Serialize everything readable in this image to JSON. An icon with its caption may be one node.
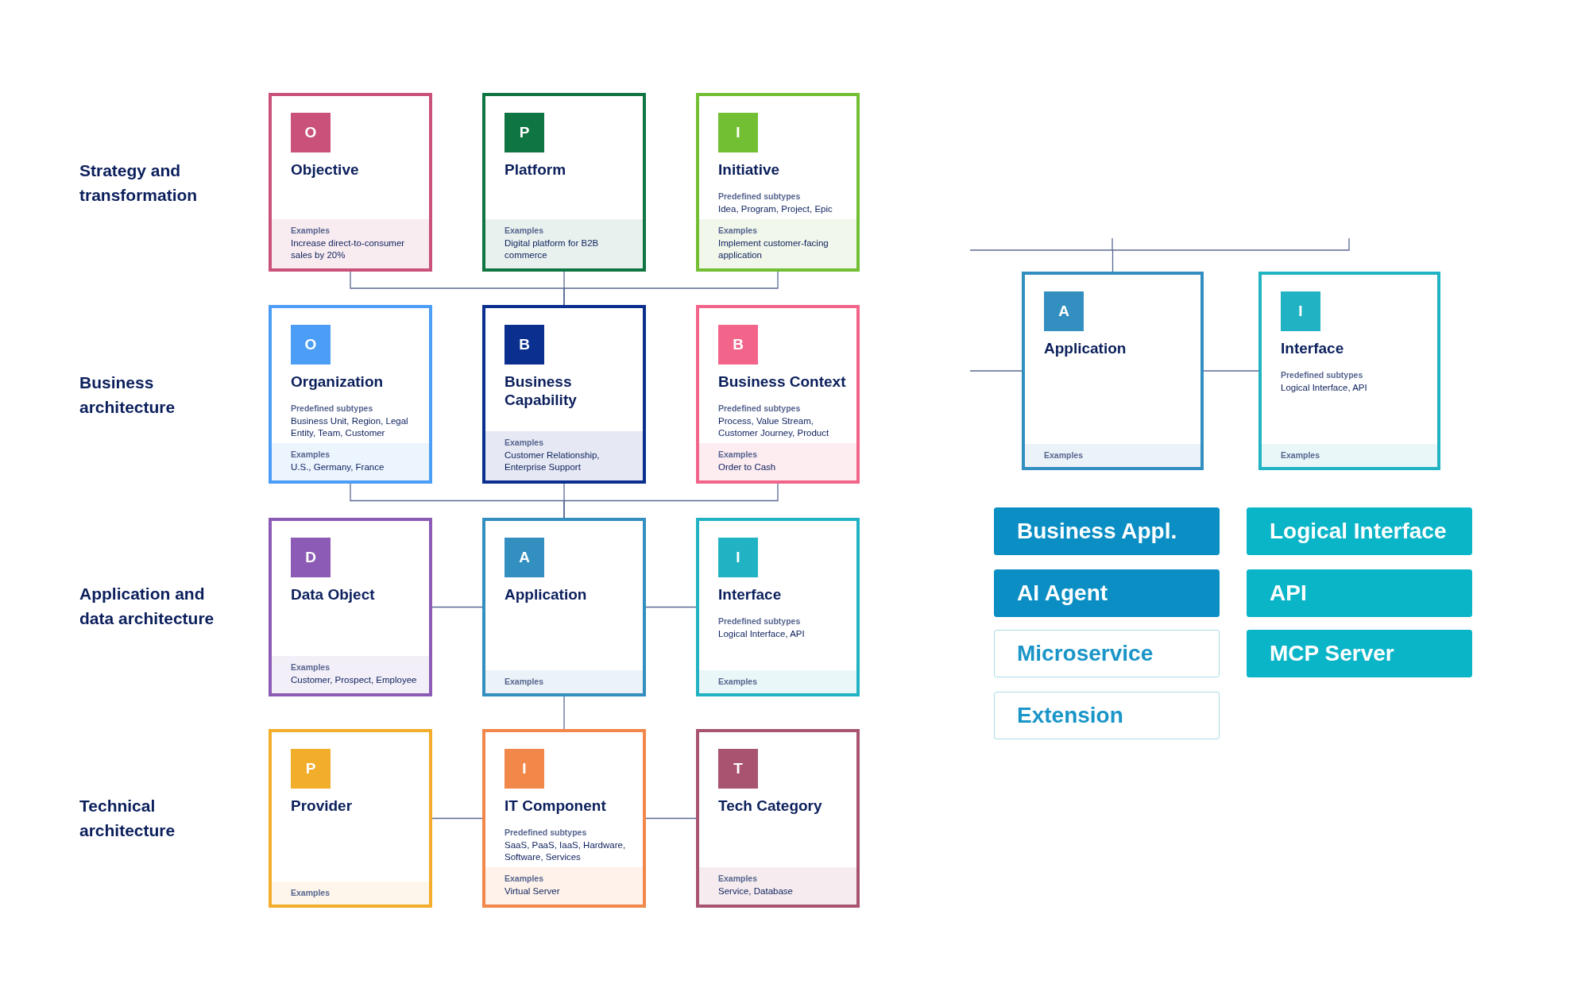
{
  "diagram": {
    "nodes": [
      {
        "text": [
          "O",
          "Objective",
          "Examples",
          "Increase direct-to-consumer sales by 20%"
        ]
      },
      {
        "text": [
          "P",
          "Platform",
          "Examples",
          "Digital platform for B2B commerce"
        ]
      },
      {
        "text": [
          "I",
          "Initiative",
          "Predefined subtypes",
          "Idea, Program, Project, Epic",
          "Examples",
          "Implement customer-facing application"
        ]
      },
      {
        "text": [
          "O",
          "Organization",
          "Predefined subtypes",
          "Business Unit, Region, Legal Entity, Team, Customer",
          "Examples",
          "U.S., Germany, France"
        ]
      },
      {
        "text": [
          "B",
          "Business Capability",
          "Examples",
          "Customer Relationship, Enterprise Support"
        ]
      },
      {
        "text": [
          "B",
          "Business Context",
          "Predefined subtypes",
          "Process, Value Stream, Customer Journey, Product",
          "Examples",
          "Order to Cash"
        ]
      },
      {
        "text": [
          "D",
          "Data Object",
          "Examples",
          "Customer, Prospect, Employee"
        ]
      },
      {
        "text": [
          "A",
          "Application",
          "Examples"
        ]
      },
      {
        "text": [
          "I",
          "Interface",
          "Predefined subtypes",
          "Logical Interface, API",
          "Examples"
        ]
      },
      {
        "text": [
          "P",
          "Provider",
          "Examples"
        ]
      },
      {
        "text": [
          "I",
          "IT Component",
          "Predefined subtypes",
          "SaaS, PaaS, IaaS, Hardware, Software, Services",
          "Examples",
          "Virtual Server"
        ]
      },
      {
        "text": [
          "T",
          "Tech Category",
          "Examples",
          "Service, Database"
        ]
      },
      {
        "text": [
          "A",
          "Application",
          "Examples"
        ]
      },
      {
        "text": [
          "I",
          "Interface",
          "Predefined subtypes",
          "Logical Interface, API",
          "Examples"
        ]
      },
      {
        "text": [
          "Business Appl."
        ]
      },
      {
        "text": [
          "Logical Interface"
        ]
      },
      {
        "text": [
          "AI Agent"
        ]
      },
      {
        "text": [
          "API"
        ]
      },
      {
        "text": [
          "Microservice"
        ]
      },
      {
        "text": [
          "MCP Server"
        ]
      },
      {
        "text": [
          "Extension"
        ]
      }
    ],
    "edges": [
      {
        "from": 0,
        "to": 4,
        "arrow": "none"
      },
      {
        "from": 1,
        "to": 4,
        "arrow": "none"
      },
      {
        "from": 2,
        "to": 4,
        "arrow": "none"
      },
      {
        "from": 3,
        "to": 7,
        "arrow": "none"
      },
      {
        "from": 4,
        "to": 7,
        "arrow": "none"
      },
      {
        "from": 5,
        "to": 7,
        "arrow": "none"
      },
      {
        "from": 6,
        "to": 7,
        "arrow": "none"
      },
      {
        "from": 7,
        "to": 8,
        "arrow": "none"
      },
      {
        "from": 7,
        "to": 10,
        "arrow": "none"
      },
      {
        "from": 9,
        "to": 10,
        "arrow": "none"
      },
      {
        "from": 10,
        "to": 11,
        "arrow": "none"
      },
      {
        "from": null,
        "to": 12,
        "arrow": "none"
      },
      {
        "from": null,
        "to": 12,
        "arrow": "none"
      },
      {
        "from": 12,
        "to": 13,
        "arrow": "none"
      }
    ],
    "labels": [
      "Strategy and transformation",
      "Business architecture",
      "Application and data architecture",
      "Technical architecture"
    ]
  }
}
